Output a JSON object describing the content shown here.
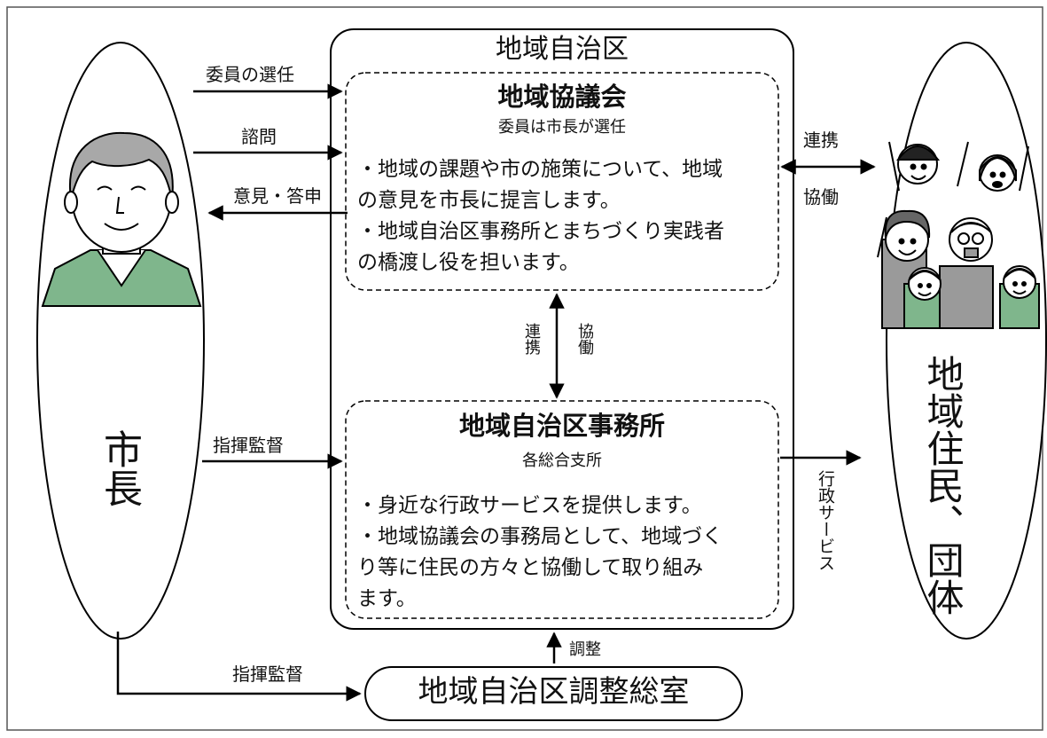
{
  "region": {
    "title": "地域自治区",
    "council": {
      "title": "地域協議会",
      "subtitle": "委員は市長が選任",
      "body": [
        "・地域の課題や市の施策について、地域",
        "の意見を市長に提言します。",
        "・地域自治区事務所とまちづくり実践者",
        "の橋渡し役を担います。"
      ]
    },
    "office": {
      "title": "地域自治区事務所",
      "subtitle": "各総合支所",
      "body": [
        "・身近な行政サービスを提供します。",
        "・地域協議会の事務局として、地域づく",
        "り等に住民の方々と協働して取り組み",
        "ます。"
      ]
    },
    "link_left": "連携",
    "link_right": "協働"
  },
  "mayor": {
    "label": "市長"
  },
  "residents": {
    "label": "地域住民、団体"
  },
  "coordination": {
    "label": "地域自治区調整総室"
  },
  "arrows": {
    "appoint": "委員の選任",
    "consult": "諮問",
    "opinion": "意見・答申",
    "supervise_office": "指揮監督",
    "supervise_coord": "指揮監督",
    "adjust": "調整",
    "resident_link": "連携",
    "resident_collab": "協働",
    "service": "行政サービス"
  },
  "colors": {
    "stroke": "#000000",
    "shirt": "#7fb68c",
    "hair": "#a8a8a8",
    "crowd_gray": "#9a9a9a"
  }
}
